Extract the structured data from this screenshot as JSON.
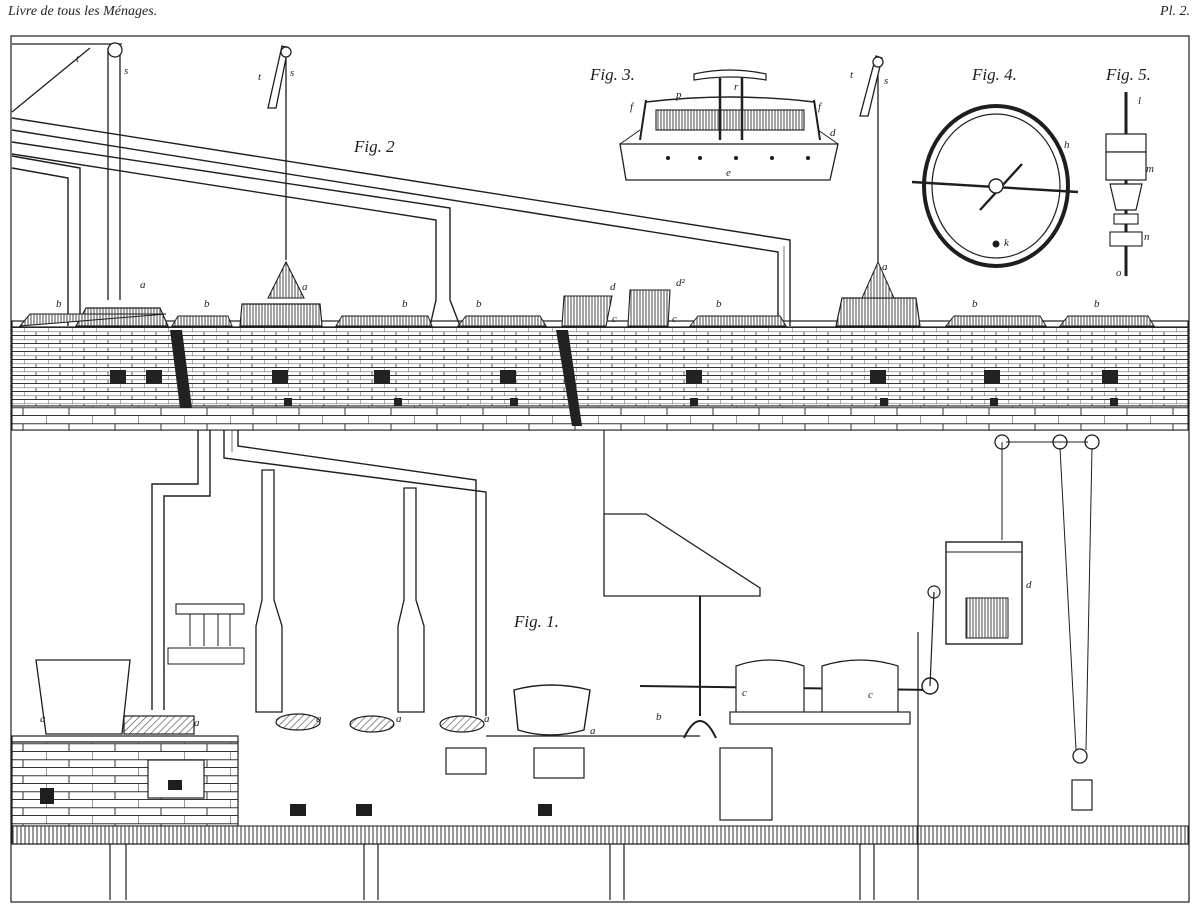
{
  "header": {
    "title": "Livre de tous les Ménages.",
    "plate": "Pl. 2."
  },
  "figures": {
    "fig1": "Fig. 1.",
    "fig2": "Fig. 2",
    "fig3": "Fig. 3.",
    "fig4": "Fig. 4.",
    "fig5": "Fig. 5."
  },
  "letters": {
    "a": "a",
    "b": "b",
    "c": "c",
    "d": "d",
    "d2": "d²",
    "e": "e",
    "f": "f",
    "h": "h",
    "k": "k",
    "l": "l",
    "m": "m",
    "n": "n",
    "o": "o",
    "p": "p",
    "r": "r",
    "s": "s",
    "t": "t"
  },
  "colors": {
    "ink": "#1e1e1e",
    "paper": "#ffffff",
    "shade": "#3a3a3a"
  }
}
